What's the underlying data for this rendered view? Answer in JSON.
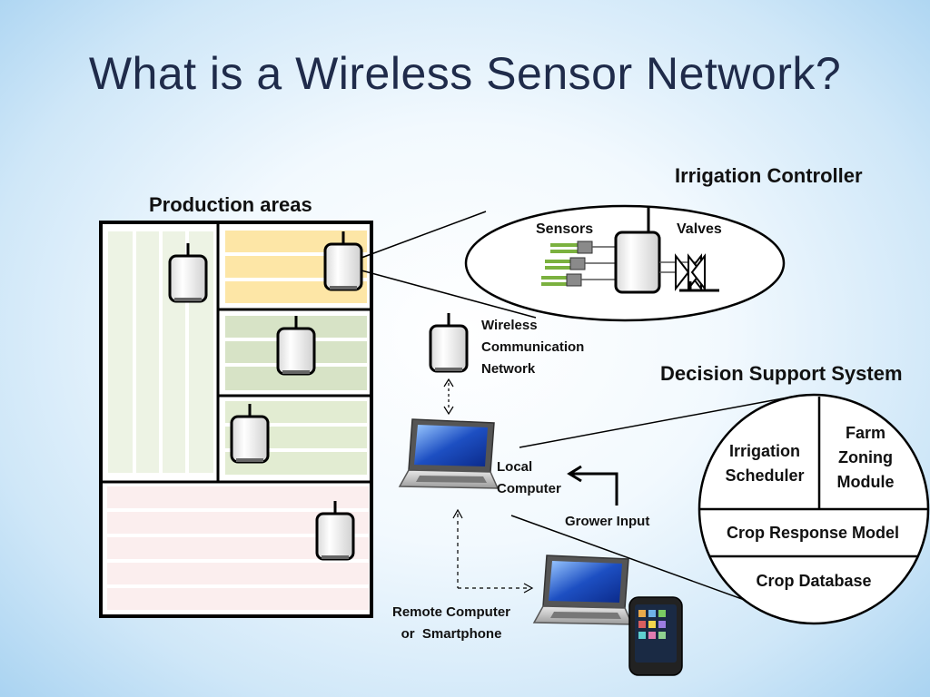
{
  "slide": {
    "title": "What is a Wireless Sensor Network?"
  },
  "labels": {
    "production_areas": "Production areas",
    "irrigation_controller": "Irrigation Controller",
    "sensors": "Sensors",
    "valves": "Valves",
    "wireless_network": [
      "Wireless",
      "Communication",
      "Network"
    ],
    "decision_support_system": "Decision Support System",
    "local_computer": [
      "Local",
      "Computer"
    ],
    "grower_input": "Grower Input",
    "remote_computer": [
      "Remote Computer",
      "or  Smartphone"
    ]
  },
  "dss": {
    "irrigation_scheduler": [
      "Irrigation",
      "Scheduler"
    ],
    "farm_zoning_module": [
      "Farm",
      "Zoning",
      "Module"
    ],
    "crop_response_model": "Crop Response Model",
    "crop_database": "Crop Database"
  },
  "colors": {
    "title": "#1f2b4a",
    "zone_left": "#edf3e4",
    "zone_top_right": "#fde6a6",
    "zone_mid_right": "#d7e3c6",
    "zone_low_right": "#e2ecd2",
    "zone_bottom": "#fbeeee"
  },
  "icons": [
    "sensor-node-icon",
    "laptop-icon",
    "smartphone-icon",
    "valve-icon"
  ]
}
